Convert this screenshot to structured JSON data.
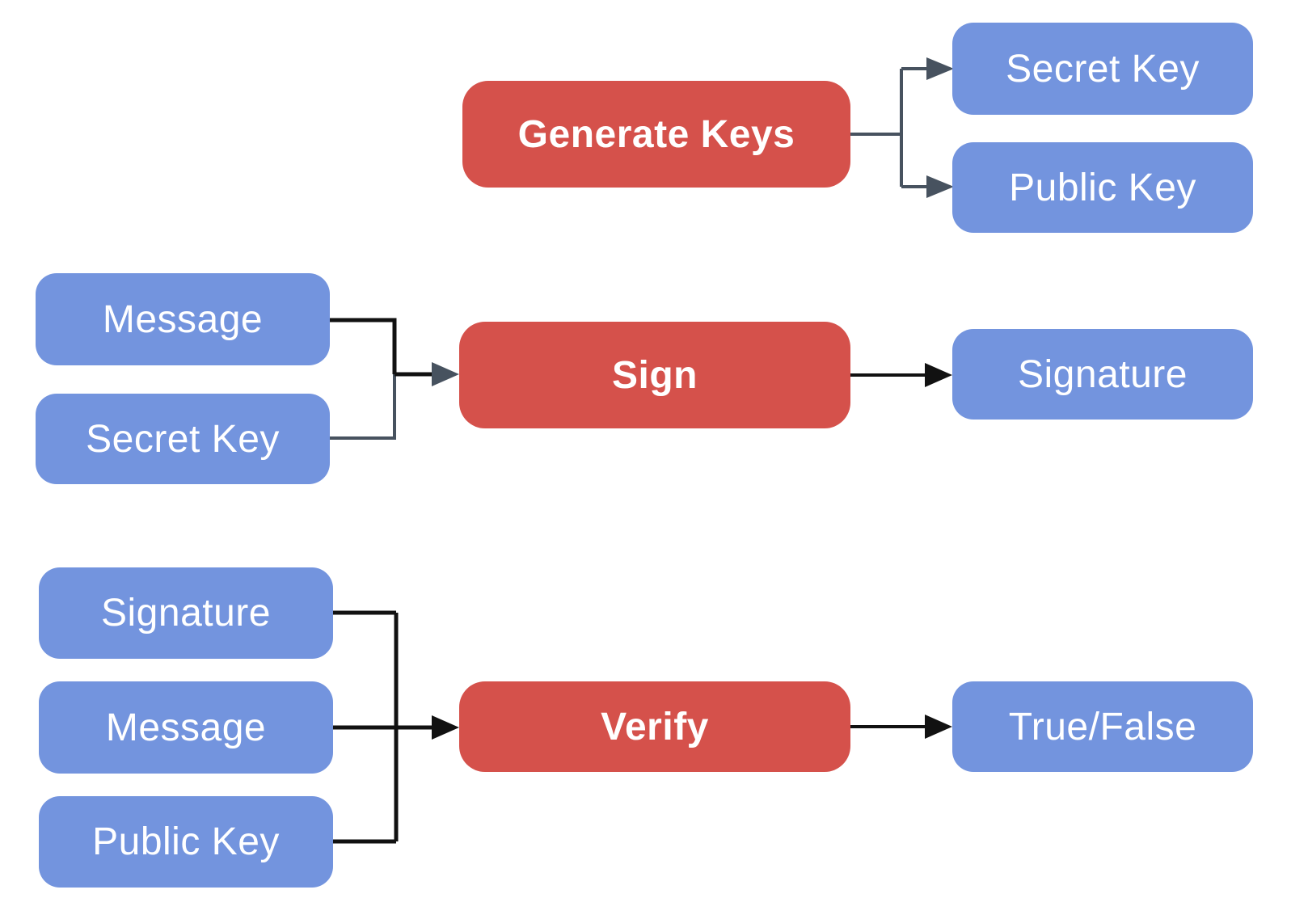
{
  "colors": {
    "background": "#ffffff",
    "process_fill": "#d5514b",
    "data_fill": "#7394de",
    "label_text": "#ffffff",
    "line_black": "#111111",
    "line_slate": "#47525f"
  },
  "nodes": {
    "generate_keys": {
      "label": "Generate Keys"
    },
    "secret_key_out": {
      "label": "Secret Key"
    },
    "public_key_out": {
      "label": "Public Key"
    },
    "message_sign_input": {
      "label": "Message"
    },
    "secret_key_sign_input": {
      "label": "Secret Key"
    },
    "sign": {
      "label": "Sign"
    },
    "signature_out": {
      "label": "Signature"
    },
    "signature_verify_input": {
      "label": "Signature"
    },
    "message_verify_input": {
      "label": "Message"
    },
    "public_key_verify_input": {
      "label": "Public Key"
    },
    "verify": {
      "label": "Verify"
    },
    "true_false_out": {
      "label": "True/False"
    }
  }
}
